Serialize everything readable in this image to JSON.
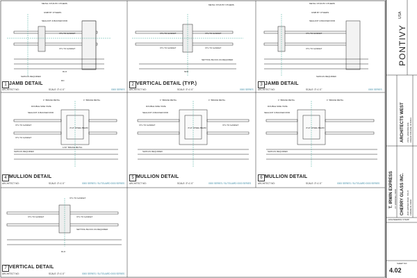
{
  "details": [
    {
      "num": "1",
      "title": "JAMB DETAIL",
      "left": "ARCHITECT NO:",
      "scale": "SCALE: 3\"=1'-0\"",
      "right": "0000 SERIES"
    },
    {
      "num": "2",
      "title": "VERTICAL DETAIL (TYP.)",
      "left": "ARCHITECT NO:",
      "scale": "SCALE: 3\"=1'-0\"",
      "right": "0000 SERIES"
    },
    {
      "num": "3",
      "title": "JAMB DETAIL",
      "left": "ARCHITECT NO:",
      "scale": "SCALE: 3\"=1'-0\"",
      "right": "0000 SERIES"
    },
    {
      "num": "4",
      "title": "MULLION DETAIL",
      "left": "ARCHITECT NO:",
      "scale": "SCALE: 3\"=1'-0\"",
      "right": "0000 SERIES / SLITGUARD 0000 SERIES"
    },
    {
      "num": "5",
      "title": "MULLION DETAIL",
      "left": "ARCHITECT NO:",
      "scale": "SCALE: 3\"=1'-0\"",
      "right": "0000 SERIES / SLITGUARD 0000 SERIES"
    },
    {
      "num": "6",
      "title": "MULLION DETAIL",
      "left": "ARCHITECT NO:",
      "scale": "SCALE: 3\"=1'-0\"",
      "right": "0000 SERIES / SLITGUARD 0000 SERIES"
    },
    {
      "num": "7",
      "title": "VERTICAL DETAIL",
      "left": "ARCHITECT NO:",
      "scale": "SCALE: 3\"=1'-0\"",
      "right": "0000 SERIES / SLITGUARD 0000 SERIES"
    }
  ],
  "notes": {
    "metal_stud": "METAL STUD BY OTHERS",
    "gwb": "GWB BY OTHERS",
    "sealant": "SEALANT & BACKER ROD",
    "sealant_backer": "SEALANT & BACKER ROD",
    "vtl": "VTL TO GASKET",
    "shim": "SHIM AS REQUIRED",
    "setting_block": "SETTING BLOCK AS REQUIRED",
    "brake_metal": "1\" BRAKE METAL",
    "double_side_tape": "DOUBLE SIDE TAPE",
    "steel_beam": "4\"x4\" STEEL BEAM",
    "brake_metal_2": "1/16\" BRAKE METAL",
    "dlo": "DLO",
    "nfd": "NFD",
    "ro": "RO"
  },
  "titleblock": {
    "brand": "PONTIVY",
    "brand_sub": "USA",
    "firm": "ARCHITECTS WEST",
    "firm_addr": "210 E. LAKESIDE AVE",
    "firm_city": "COEUR D'ALENE, ID 83814",
    "project": "T. IRWIN EXPRESS",
    "project_city": "FT. WINNIPEG, 00000",
    "client": "CHERRY GLASS INC.",
    "client_addr": "2020 HAYDEN BLVD. STE B",
    "client_city": "FRANKLIN, 00000",
    "stamp": "ENGINEERING STAMP",
    "sheet_label": "SHEET NO:",
    "sheet": "4.02"
  }
}
